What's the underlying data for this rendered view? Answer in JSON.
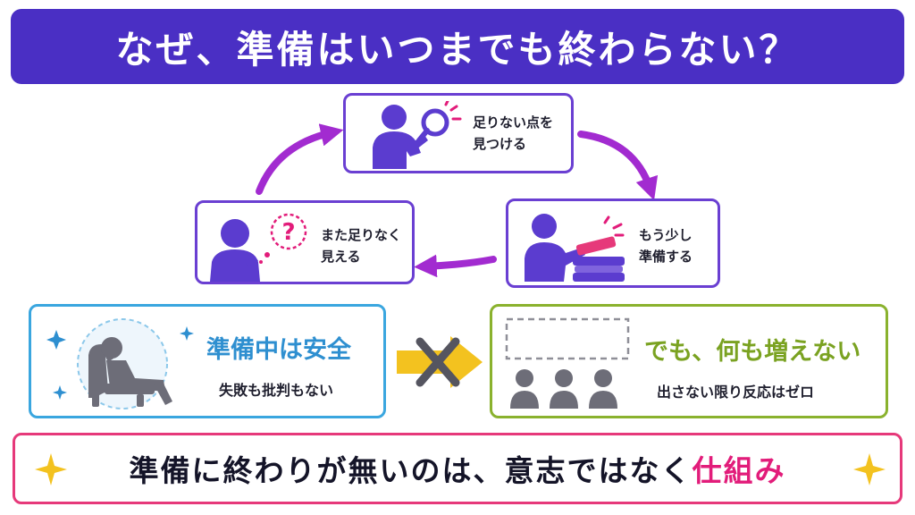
{
  "title": "なぜ、準備はいつまでも終わらない？",
  "cycle": {
    "find": {
      "line1": "足りない点を",
      "line2": "見つける"
    },
    "prepare": {
      "line1": "もう少し",
      "line2": "準備する"
    },
    "again": {
      "line1": "また足りなく",
      "line2": "見える"
    }
  },
  "safe_panel": {
    "headline": "準備中は安全",
    "sub": "失敗も批判もない"
  },
  "result_panel": {
    "headline": "でも、何も増えない",
    "sub": "出さない限り反応はゼロ"
  },
  "conclusion": {
    "main": "準備に終わりが無いのは、意志ではなく",
    "accent": "仕組み"
  },
  "colors": {
    "title_bg": "#4a2fc4",
    "card_border": "#6a3fd2",
    "arrow": "#a22bd0",
    "figure": "#5b3ccf",
    "safe_blue": "#2e8fd0",
    "result_green": "#7aa221",
    "accent_pink": "#e21c7a",
    "yellow": "#f3c21f"
  },
  "icons": [
    "magnifier-icon",
    "book-stack-icon",
    "question-bubble-icon",
    "relaxing-person-icon",
    "sparkle-icon",
    "blocked-arrow-icon",
    "audience-icon"
  ]
}
